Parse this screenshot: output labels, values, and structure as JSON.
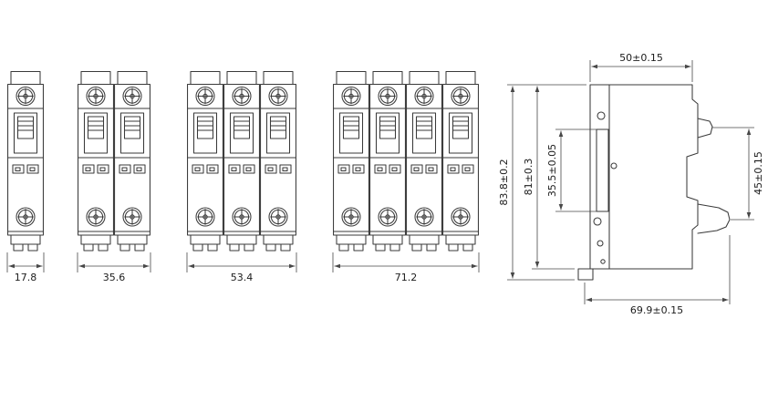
{
  "drawing": {
    "kind": "miniature-circuit-breaker dimensional drawing",
    "line_color": "#3a3a3a",
    "dim_color": "#474747",
    "background": "#ffffff"
  },
  "front_views": [
    {
      "name": "1-pole front view",
      "poles": 1,
      "width_label": "17.8"
    },
    {
      "name": "2-pole front view",
      "poles": 2,
      "width_label": "35.6"
    },
    {
      "name": "3-pole front view",
      "poles": 3,
      "width_label": "53.4"
    },
    {
      "name": "4-pole front view",
      "poles": 4,
      "width_label": "71.2"
    }
  ],
  "side_view": {
    "top_width_label": "50±0.15",
    "overall_height_label": "83.8±0.2",
    "body_height_label": "81±0.3",
    "slot_height_label": "35.5±0.05",
    "clip_height_label": "45±0.15",
    "overall_depth_label": "69.9±0.15"
  }
}
